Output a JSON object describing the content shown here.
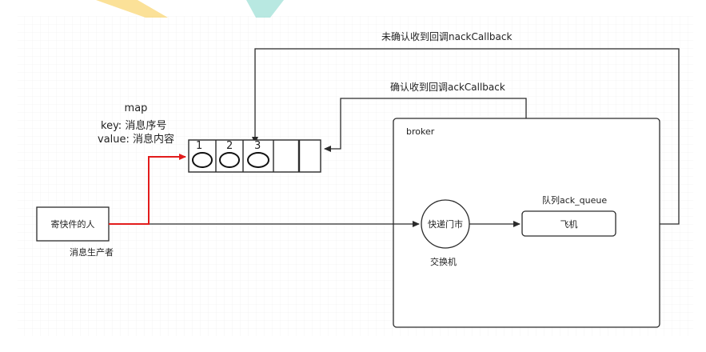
{
  "labels": {
    "nack_callback": "未确认收到回调nackCallback",
    "ack_callback": "确认收到回调ackCallback",
    "map_title": "map",
    "map_key": "key: 消息序号",
    "map_value": "value: 消息内容",
    "broker": "broker",
    "queue_label": "队列ack_queue",
    "sender": "寄快件的人",
    "producer": "消息生产者",
    "exchange": "快递门市",
    "exchange_caption": "交换机",
    "queue": "飞机",
    "slot_1": "1",
    "slot_2": "2",
    "slot_3": "3"
  },
  "colors": {
    "line": "#2b2b2b",
    "highlight": "#e21c1c",
    "grid": "#e6e6e6",
    "decor_yellow": "#f7c844",
    "decor_teal": "#7dd6c8"
  }
}
